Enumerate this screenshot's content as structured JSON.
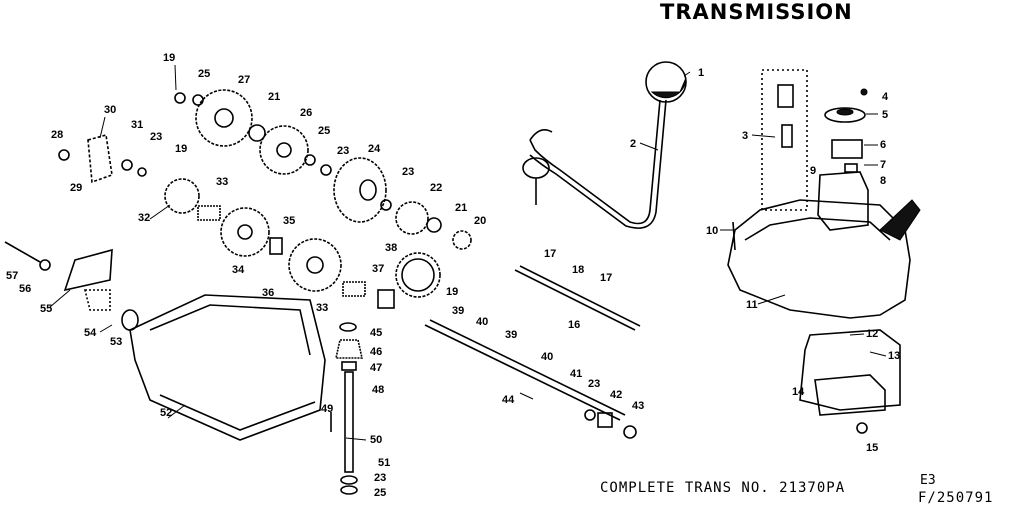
{
  "title": "TRANSMISSION",
  "footer": {
    "complete_trans": "COMPLETE TRANS NO. 21370PA",
    "revision": "E3",
    "figure_number": "F/250791"
  },
  "callouts": {
    "c1": "1",
    "c2": "2",
    "c3": "3",
    "c4": "4",
    "c5": "5",
    "c6": "6",
    "c7": "7",
    "c8": "8",
    "c9": "9",
    "c10": "10",
    "c11": "11",
    "c12": "12",
    "c13": "13",
    "c14": "14",
    "c15": "15",
    "c16": "16",
    "c17a": "17",
    "c17b": "17",
    "c18": "18",
    "c19a": "19",
    "c19b": "19",
    "c19c": "19",
    "c20": "20",
    "c21a": "21",
    "c21b": "21",
    "c22": "22",
    "c23a": "23",
    "c23b": "23",
    "c23c": "23",
    "c23d": "23",
    "c23e": "23",
    "c24": "24",
    "c25a": "25",
    "c25b": "25",
    "c25c": "25",
    "c26": "26",
    "c27": "27",
    "c28": "28",
    "c29": "29",
    "c30": "30",
    "c31": "31",
    "c32": "32",
    "c33a": "33",
    "c33b": "33",
    "c34": "34",
    "c35": "35",
    "c36": "36",
    "c37": "37",
    "c38": "38",
    "c39a": "39",
    "c39b": "39",
    "c40a": "40",
    "c40b": "40",
    "c41": "41",
    "c42": "42",
    "c43": "43",
    "c44": "44",
    "c45": "45",
    "c46": "46",
    "c47": "47",
    "c48": "48",
    "c49": "49",
    "c50": "50",
    "c51": "51",
    "c52": "52",
    "c53": "53",
    "c54": "54",
    "c55": "55",
    "c56": "56",
    "c57": "57"
  }
}
